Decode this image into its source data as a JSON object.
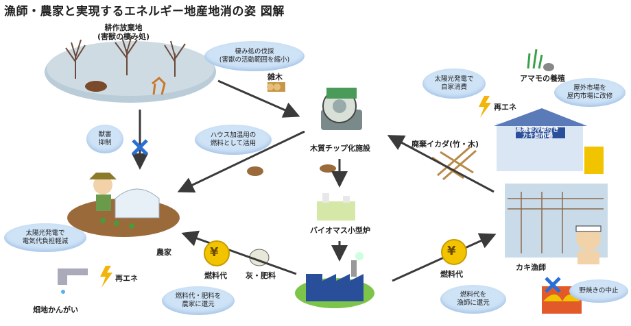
{
  "title": "漁師・農家と実現するエネルギー地産地消の姿 図解",
  "nodes": {
    "farmland_label": "耕作放棄地\n(害獣の棲み処)",
    "wood_chip_facility": "木質チップ化施設",
    "biomass_furnace": "バイオマス小型炉",
    "farmer": "農家",
    "oyster_fisher": "カキ漁師",
    "oyster_market": "高機能冷蔵付き\nカキ卸市場",
    "seaweed_farming": "アマモの養殖",
    "field_irrigation": "畑地かんがい",
    "scrap_wood": "雑木",
    "discarded_rafts": "廃棄イカダ(竹・木)",
    "ash_fertilizer": "灰・肥料",
    "fuel_cost_left": "燃料代",
    "fuel_cost_right": "燃料代",
    "renewable_top": "再エネ",
    "renewable_bottom": "再エネ",
    "yen_symbol": "¥"
  },
  "bubbles": {
    "habitat_logging": "棲み処の伐採\n(害獣の活動範囲を縮小)",
    "pest_control": "獣害\n抑制",
    "greenhouse_fuel": "ハウス加温用の\n燃料として活用",
    "solar_farmer": "太陽光発電で\n電気代負担軽減",
    "fuel_fertilizer_return": "燃料代・肥料を\n農家に還元",
    "fuel_return_fisher": "燃料代を\n漁師に還元",
    "solar_market": "太陽光発電で\n自家消費",
    "market_relocation": "屋外市場を\n屋内市場に改修",
    "open_burning_stop": "野焼きの中止"
  },
  "colors": {
    "bubble": "#cfe3f7",
    "arrow": "#3a3a3a",
    "blue_cross": "#2a6fd6",
    "bolt": "#f2b50b",
    "yen_coin": "#f2c400"
  }
}
